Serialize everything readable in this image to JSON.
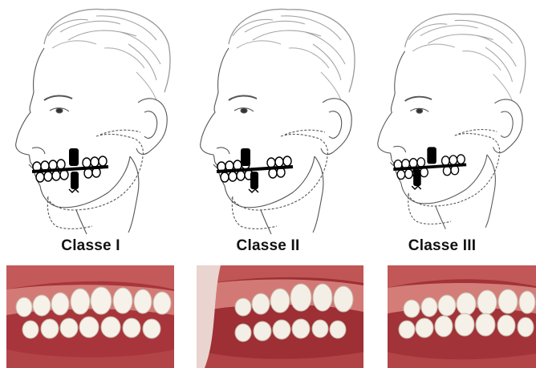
{
  "figure": {
    "classes": [
      {
        "label": "Classe I"
      },
      {
        "label": "Classe II"
      },
      {
        "label": "Classe III"
      }
    ]
  },
  "colors": {
    "line": "#555555",
    "hair": "#9a9a9a",
    "teeth_ink": "#000000",
    "gum": "#c0504f",
    "tooth": "#f6f2ea",
    "label": "#111111"
  },
  "icons": [
    "head-profile-illustration",
    "molar-occlusion-marker",
    "intraoral-photo"
  ]
}
